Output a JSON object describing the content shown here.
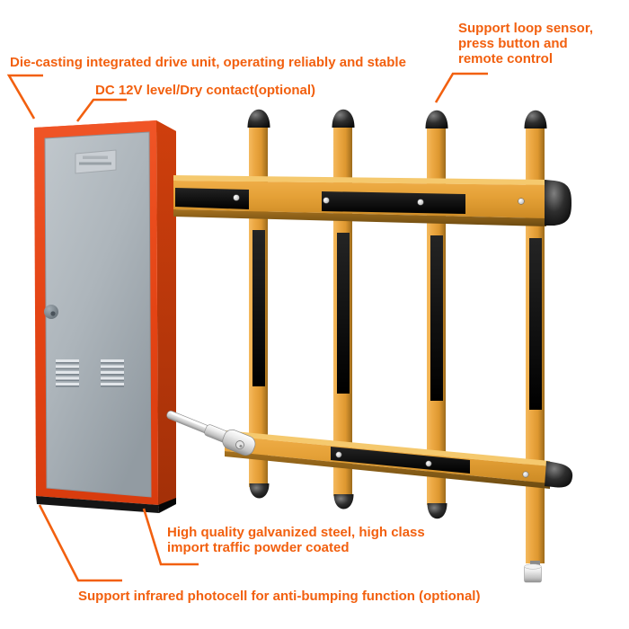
{
  "annotations": {
    "drive_unit": "Die-casting integrated drive unit, operating reliably and stable",
    "dc_contact": "DC 12V level/Dry contact(optional)",
    "loop_sensor": "Support loop sensor,\npress button and\nremote control",
    "galvanized_steel": "High quality galvanized steel, high class\nimport traffic powder coated",
    "infrared_photocell": "Support infrared photocell for anti-bumping function (optional)"
  },
  "colors": {
    "annotation_text": "#F2600F",
    "leader_line": "#F2600F",
    "cabinet_red": "#E8491D",
    "cabinet_door_gray": "#AAB2B9",
    "arm_orange": "#E6A037",
    "reflector_strip_black": "#111111",
    "background": "#FFFFFF"
  }
}
